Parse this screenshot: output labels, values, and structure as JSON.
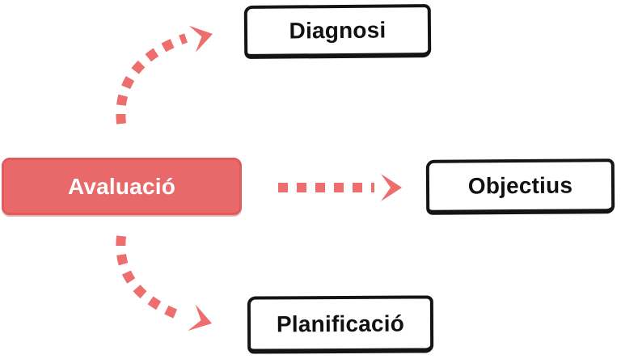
{
  "diagram": {
    "source_node": {
      "id": "avaluacio",
      "label": "Avaluació"
    },
    "target_nodes": [
      {
        "id": "diagnosi",
        "label": "Diagnosi"
      },
      {
        "id": "objectius",
        "label": "Objectius"
      },
      {
        "id": "planificacio",
        "label": "Planificació"
      }
    ],
    "edges": [
      {
        "from": "avaluacio",
        "to": "diagnosi",
        "style": "dashed-arrow",
        "color": "#ee6e6e"
      },
      {
        "from": "avaluacio",
        "to": "objectius",
        "style": "dashed-arrow",
        "color": "#ee6e6e"
      },
      {
        "from": "avaluacio",
        "to": "planificacio",
        "style": "dashed-arrow",
        "color": "#ee6e6e"
      }
    ],
    "colors": {
      "source_fill": "#e9696b",
      "source_border": "#e05b5e",
      "source_text": "#ffffff",
      "arrow": "#ee6e6e",
      "box_border": "#141414",
      "box_fill": "#ffffff",
      "box_text": "#111111",
      "background": "#ffffff"
    }
  }
}
